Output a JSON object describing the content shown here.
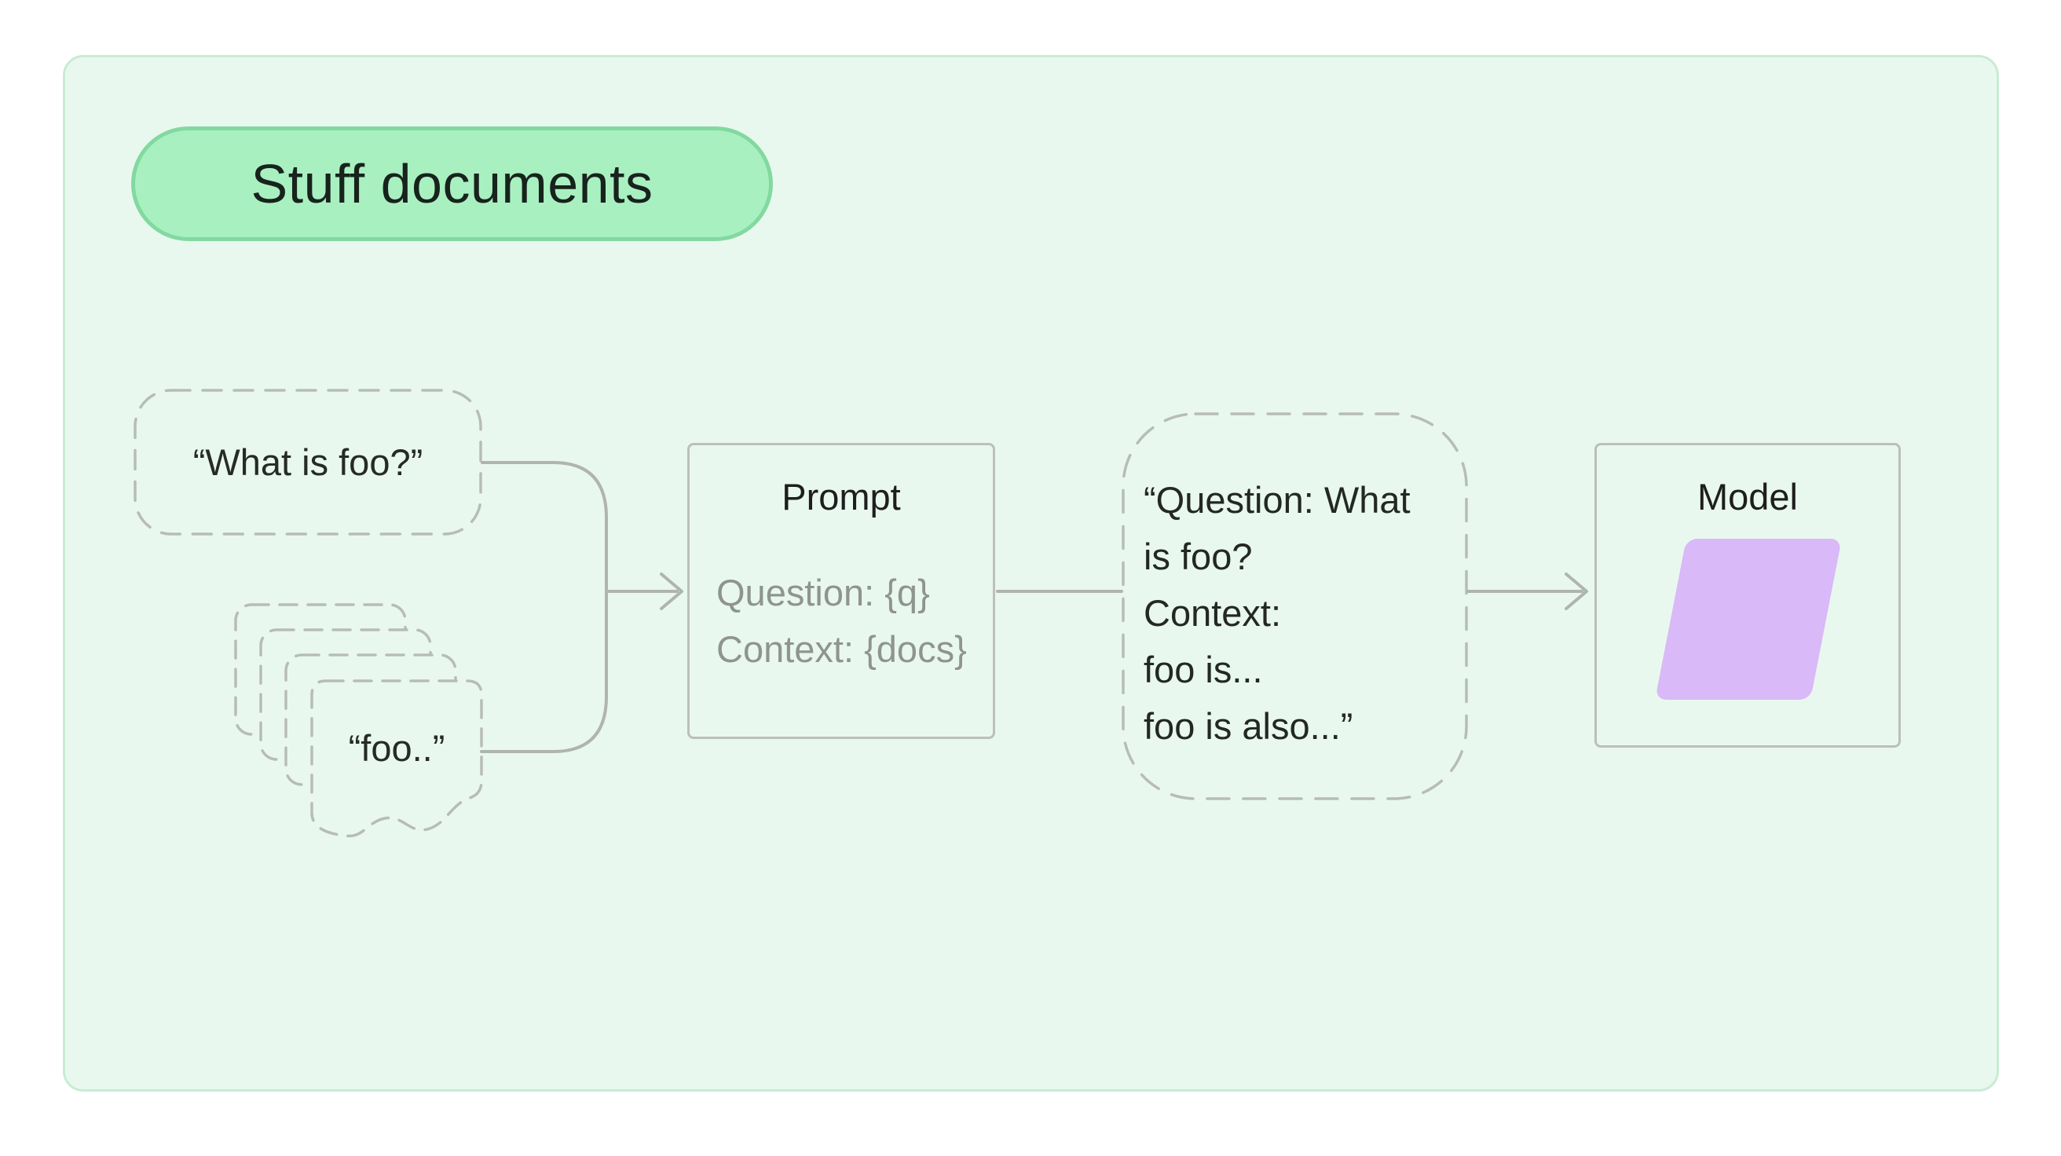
{
  "page": {
    "background": "#ffffff"
  },
  "card": {
    "background": "#e9f8ee",
    "border_color": "#c7ecd4",
    "title_pill": {
      "label": "Stuff documents",
      "fill": "#a9f0c1",
      "border_color": "#82d9a0"
    }
  },
  "diagram": {
    "question_bubble": {
      "text": "“What is foo?”"
    },
    "doc_stack": {
      "front_text": "“foo..”"
    },
    "prompt_box": {
      "title": "Prompt",
      "lines": [
        "Question: {q}",
        "Context: {docs}"
      ]
    },
    "stuffed_bubble": {
      "lines": [
        "“Question: What",
        "is foo?",
        "Context:",
        "foo is...",
        "foo is also...”"
      ]
    },
    "model_box": {
      "title": "Model",
      "shape_color": "#d9b9f7"
    },
    "connector_color": "#b0b4b1",
    "dashed_border_color": "#b7bcb8"
  }
}
